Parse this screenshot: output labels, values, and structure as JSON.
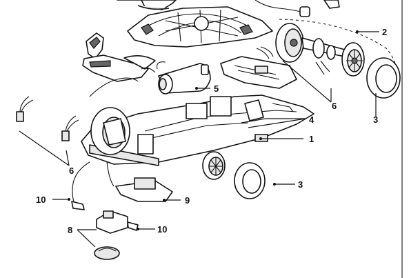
{
  "callouts": {
    "c1": "1",
    "c2": "2",
    "c3a": "3",
    "c3b": "3",
    "c4": "4",
    "c5": "5",
    "c6a": "6",
    "c6b": "6",
    "c8": "8",
    "c9": "9",
    "c10a": "10",
    "c10b": "10"
  }
}
